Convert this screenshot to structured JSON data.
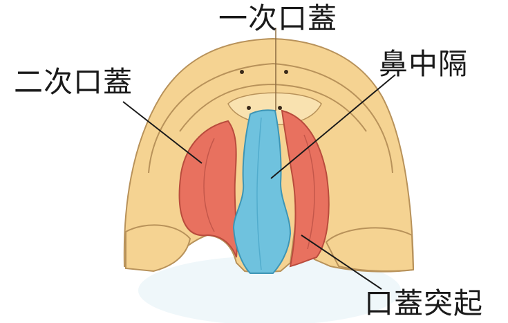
{
  "labels": {
    "primary_palate": "一次口蓋",
    "secondary_palate": "二次口蓋",
    "nasal_septum": "鼻中隔",
    "palatal_process": "口蓋突起"
  },
  "colors": {
    "upper_jaw": "#f5d392",
    "upper_jaw_outline": "#b8925a",
    "palatal_shelf": "#e8715f",
    "nasal_septum": "#6fc2de",
    "leader_line": "#1a1a1a"
  }
}
